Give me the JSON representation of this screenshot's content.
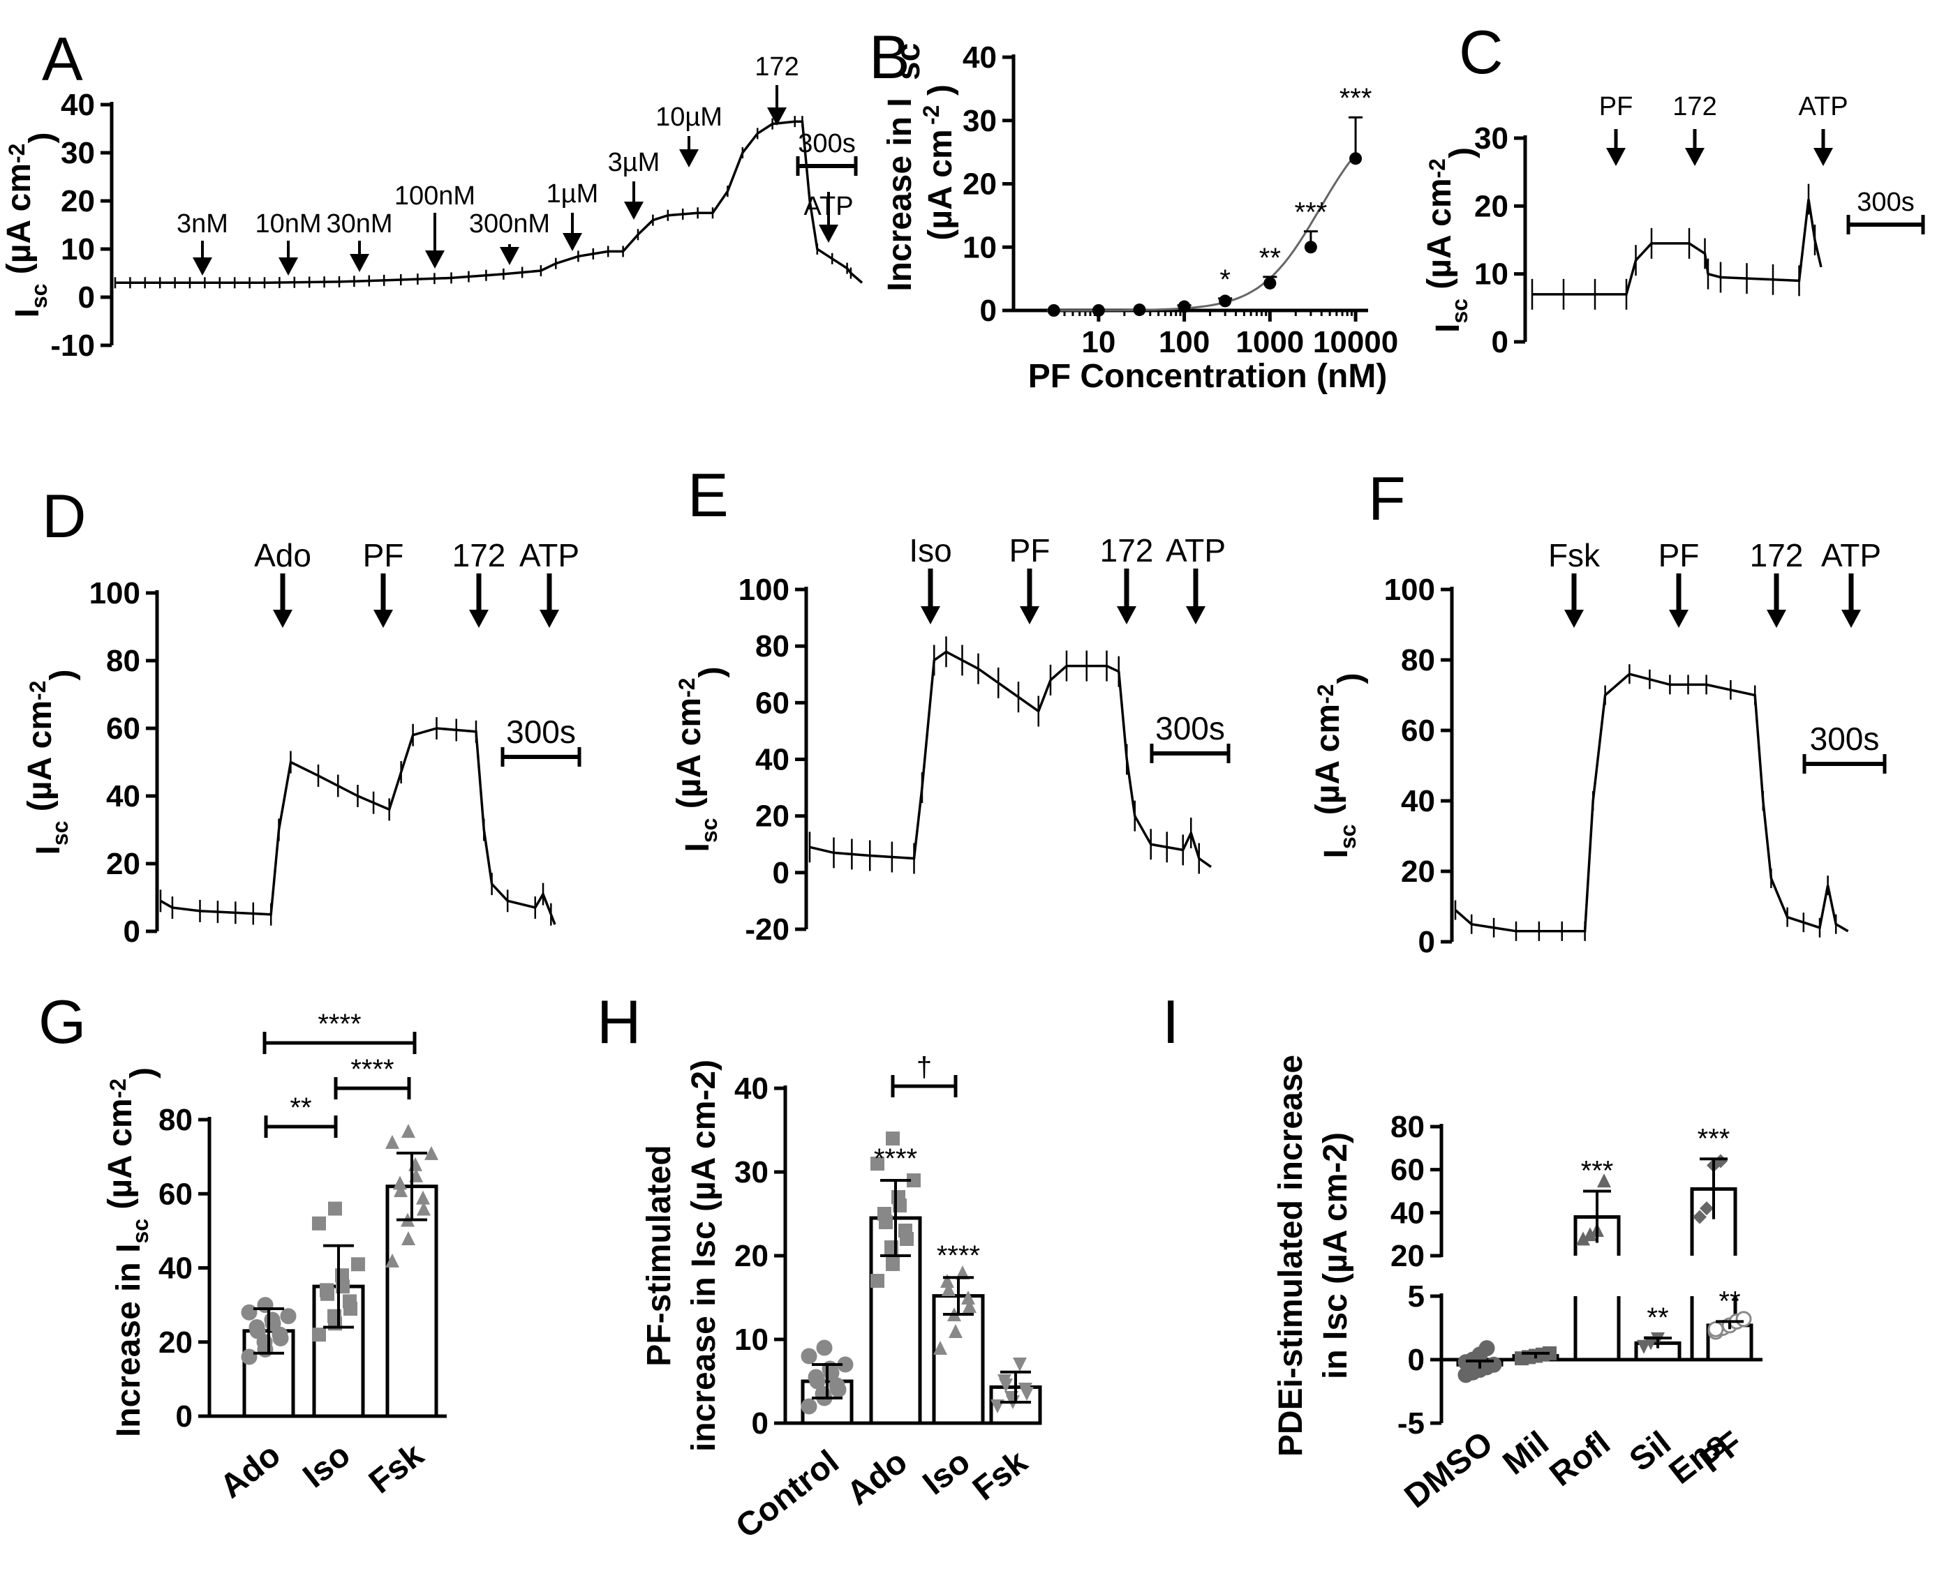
{
  "chart_data": [
    {
      "panel": "A",
      "type": "line",
      "ylabel": "Isc (µA cm-2)",
      "yticks": [
        -10,
        0,
        10,
        20,
        30,
        40
      ],
      "ylim": [
        -10,
        40
      ],
      "annotations": [
        "3nM",
        "10nM",
        "30nM",
        "100nM",
        "300nM",
        "1µM",
        "3µM",
        "10µM",
        "172",
        "ATP"
      ],
      "scalebar": "300s",
      "trace": [
        [
          0,
          3
        ],
        [
          0.1,
          3
        ],
        [
          0.2,
          3
        ],
        [
          0.3,
          3.2
        ],
        [
          0.36,
          3.5
        ],
        [
          0.45,
          4
        ],
        [
          0.52,
          4.8
        ],
        [
          0.57,
          5.5
        ],
        [
          0.59,
          7
        ],
        [
          0.62,
          8.5
        ],
        [
          0.64,
          9
        ],
        [
          0.66,
          9.5
        ],
        [
          0.68,
          9.5
        ],
        [
          0.7,
          13
        ],
        [
          0.72,
          16
        ],
        [
          0.74,
          17
        ],
        [
          0.78,
          17.5
        ],
        [
          0.8,
          17.5
        ],
        [
          0.82,
          22
        ],
        [
          0.84,
          30
        ],
        [
          0.86,
          34
        ],
        [
          0.88,
          36
        ],
        [
          0.91,
          36.5
        ],
        [
          0.92,
          36.5
        ],
        [
          0.93,
          20
        ],
        [
          0.94,
          10
        ],
        [
          0.96,
          8
        ],
        [
          0.98,
          6
        ],
        [
          0.985,
          5
        ],
        [
          1.0,
          3
        ]
      ]
    },
    {
      "panel": "B",
      "type": "scatter",
      "ylabel": "Increase in Isc (µA cm-2)",
      "xlabel": "PF Concentration (nM)",
      "xscale": "log",
      "xticks": [
        10,
        100,
        1000,
        10000
      ],
      "yticks": [
        0,
        10,
        20,
        30,
        40
      ],
      "ylim": [
        0,
        40
      ],
      "x": [
        3,
        10,
        30,
        100,
        300,
        1000,
        3000,
        10000
      ],
      "y": [
        0,
        0,
        0.1,
        0.6,
        1.5,
        4.3,
        10,
        24
      ],
      "err": [
        0,
        0,
        0,
        0.2,
        0.4,
        1,
        2.5,
        6.5
      ],
      "significance": [
        "",
        "",
        "",
        "",
        "*",
        "**",
        "***",
        "***"
      ]
    },
    {
      "panel": "C",
      "type": "line",
      "ylabel": "Isc (µA cm-2)",
      "yticks": [
        0,
        10,
        20,
        30
      ],
      "ylim": [
        0,
        30
      ],
      "annotations": [
        "PF",
        "172",
        "ATP"
      ],
      "scalebar": "300s",
      "trace": [
        [
          0,
          7
        ],
        [
          0.3,
          7
        ],
        [
          0.33,
          12
        ],
        [
          0.38,
          14.5
        ],
        [
          0.5,
          14.5
        ],
        [
          0.55,
          13
        ],
        [
          0.56,
          10
        ],
        [
          0.6,
          9.5
        ],
        [
          0.85,
          9
        ],
        [
          0.88,
          21
        ],
        [
          0.9,
          15
        ],
        [
          0.92,
          11
        ]
      ]
    },
    {
      "panel": "D",
      "type": "line",
      "ylabel": "Isc (µA cm-2)",
      "yticks": [
        0,
        20,
        40,
        60,
        80,
        100
      ],
      "ylim": [
        0,
        100
      ],
      "annotations": [
        "Ado",
        "PF",
        "172",
        "ATP"
      ],
      "scalebar": "300s",
      "trace": [
        [
          0,
          9
        ],
        [
          0.03,
          7
        ],
        [
          0.1,
          6
        ],
        [
          0.28,
          5
        ],
        [
          0.3,
          30
        ],
        [
          0.33,
          50
        ],
        [
          0.4,
          46
        ],
        [
          0.5,
          40
        ],
        [
          0.58,
          36
        ],
        [
          0.61,
          47
        ],
        [
          0.64,
          58
        ],
        [
          0.7,
          60
        ],
        [
          0.8,
          59
        ],
        [
          0.82,
          30
        ],
        [
          0.84,
          14
        ],
        [
          0.88,
          9
        ],
        [
          0.95,
          7
        ],
        [
          0.97,
          11
        ],
        [
          0.99,
          5
        ],
        [
          1.0,
          2
        ]
      ]
    },
    {
      "panel": "E",
      "type": "line",
      "ylabel": "Isc (µA cm-2)",
      "yticks": [
        -20,
        0,
        20,
        40,
        60,
        80,
        100
      ],
      "ylim": [
        -20,
        100
      ],
      "annotations": [
        "Iso",
        "PF",
        "172",
        "ATP"
      ],
      "scalebar": "300s",
      "trace": [
        [
          0,
          9
        ],
        [
          0.06,
          7
        ],
        [
          0.15,
          6
        ],
        [
          0.26,
          5
        ],
        [
          0.28,
          30
        ],
        [
          0.31,
          75
        ],
        [
          0.34,
          78
        ],
        [
          0.42,
          72
        ],
        [
          0.52,
          62
        ],
        [
          0.57,
          57
        ],
        [
          0.6,
          68
        ],
        [
          0.64,
          73
        ],
        [
          0.74,
          73
        ],
        [
          0.77,
          71
        ],
        [
          0.79,
          40
        ],
        [
          0.81,
          20
        ],
        [
          0.85,
          10
        ],
        [
          0.93,
          8
        ],
        [
          0.95,
          14
        ],
        [
          0.97,
          5
        ],
        [
          1.0,
          2
        ]
      ]
    },
    {
      "panel": "F",
      "type": "line",
      "ylabel": "Isc (µA cm-2)",
      "yticks": [
        0,
        20,
        40,
        60,
        80,
        100
      ],
      "ylim": [
        0,
        100
      ],
      "annotations": [
        "Fsk",
        "PF",
        "172",
        "ATP"
      ],
      "scalebar": "300s",
      "trace": [
        [
          0,
          9
        ],
        [
          0.04,
          5
        ],
        [
          0.15,
          3
        ],
        [
          0.32,
          3
        ],
        [
          0.34,
          40
        ],
        [
          0.37,
          70
        ],
        [
          0.43,
          76
        ],
        [
          0.53,
          73
        ],
        [
          0.62,
          73
        ],
        [
          0.74,
          70
        ],
        [
          0.76,
          40
        ],
        [
          0.78,
          18
        ],
        [
          0.82,
          7
        ],
        [
          0.9,
          4
        ],
        [
          0.92,
          16
        ],
        [
          0.94,
          5
        ],
        [
          0.97,
          3
        ]
      ]
    },
    {
      "panel": "G",
      "type": "bar",
      "ylabel": "Increase in Isc (µA cm-2)",
      "categories": [
        "Ado",
        "Iso",
        "Fsk"
      ],
      "values": [
        23,
        35,
        62
      ],
      "err": [
        6,
        11,
        9
      ],
      "yticks": [
        0,
        20,
        40,
        60,
        80
      ],
      "ylim": [
        0,
        80
      ],
      "points": [
        [
          16,
          18,
          20,
          21,
          22,
          23,
          24,
          25,
          26,
          27,
          28,
          30
        ],
        [
          22,
          25,
          27,
          29,
          31,
          33,
          34,
          35,
          38,
          41,
          52,
          56
        ],
        [
          42,
          48,
          53,
          56,
          59,
          61,
          63,
          65,
          68,
          71,
          74,
          77
        ]
      ],
      "brackets": [
        {
          "from": 0,
          "to": 1,
          "label": "**"
        },
        {
          "from": 1,
          "to": 2,
          "label": "****"
        },
        {
          "from": 0,
          "to": 2,
          "label": "****"
        }
      ]
    },
    {
      "panel": "H",
      "type": "bar",
      "ylabel": "PF-stimulated increase in Isc (µA cm-2)",
      "categories": [
        "Control",
        "Ado",
        "Iso",
        "Fsk"
      ],
      "values": [
        5,
        24.5,
        15.2,
        4.3
      ],
      "err": [
        2,
        4.5,
        2.2,
        1.8
      ],
      "yticks": [
        0,
        10,
        20,
        30,
        40
      ],
      "ylim": [
        0,
        40
      ],
      "significance": [
        "",
        "****",
        "****",
        ""
      ],
      "points": [
        [
          2,
          3,
          3.5,
          4,
          4.5,
          5,
          5.5,
          6,
          6.5,
          7,
          8,
          9
        ],
        [
          17,
          19,
          21,
          22,
          23,
          24,
          25,
          26,
          27,
          29,
          31,
          34
        ],
        [
          9,
          11,
          13,
          14,
          15,
          16,
          17,
          18
        ],
        [
          2,
          2.5,
          3,
          3.5,
          4,
          4.5,
          5,
          7
        ]
      ],
      "brackets": [
        {
          "from": 1,
          "to": 2,
          "label": "†"
        }
      ]
    },
    {
      "panel": "I",
      "type": "bar",
      "ylabel": "PDEi-stimulated increase in Isc (µA cm-2)",
      "categories": [
        "DMSO",
        "Mil",
        "Rofl",
        "Sil",
        "Ens",
        "PF"
      ],
      "values": [
        -0.4,
        0.3,
        38,
        1.3,
        51,
        2.7
      ],
      "err": [
        0.3,
        0.2,
        12,
        0.4,
        14,
        0.3
      ],
      "yticks_upper": [
        20,
        40,
        60,
        80
      ],
      "yticks_lower": [
        -5,
        0,
        5
      ],
      "significance": [
        "",
        "",
        "***",
        "**",
        "***",
        "**"
      ],
      "points": [
        [
          -1.2,
          -1,
          -0.8,
          -0.6,
          -0.4,
          -0.2,
          0,
          0.4,
          0.9
        ],
        [
          0.1,
          0.2,
          0.3,
          0.4,
          0.5
        ],
        [
          28,
          30,
          32,
          55
        ],
        [
          1,
          1.3,
          1.6
        ],
        [
          38,
          42,
          62,
          64
        ],
        [
          2.2,
          2.5,
          2.7,
          3,
          3.2,
          2.4
        ]
      ]
    }
  ]
}
